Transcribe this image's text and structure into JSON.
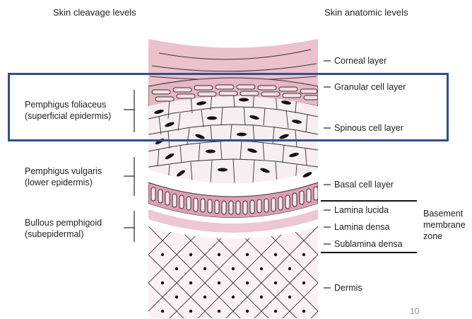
{
  "headers": {
    "left": "Skin cleavage levels",
    "right": "Skin anatomic levels"
  },
  "cleavage_levels": [
    {
      "disease": "Pemphigus foliaceus\n(superficial epidermis)"
    },
    {
      "disease": "Pemphigus vulgaris\n(lower epidermis)"
    },
    {
      "disease": "Bullous pemphigoid\n(subepidermal)"
    }
  ],
  "anatomic_levels": [
    "Corneal layer",
    "Granular cell layer",
    "Spinous cell layer",
    "Basal cell layer",
    "Lamina lucida",
    "Lamina densa",
    "Sublamina densa",
    "Dermis"
  ],
  "bmz_label": "Basement\nmembrane\nzone",
  "page_number": "10",
  "colors": {
    "corneal": "#ebc1cb",
    "granular": "#e7b7c3",
    "cell_fill": "#f6eef0",
    "basal_band": "#de9fb2",
    "lamina_densa": "#edc7d1",
    "dermis": "#fbf1f3",
    "highlight": "#2e4f8e"
  }
}
